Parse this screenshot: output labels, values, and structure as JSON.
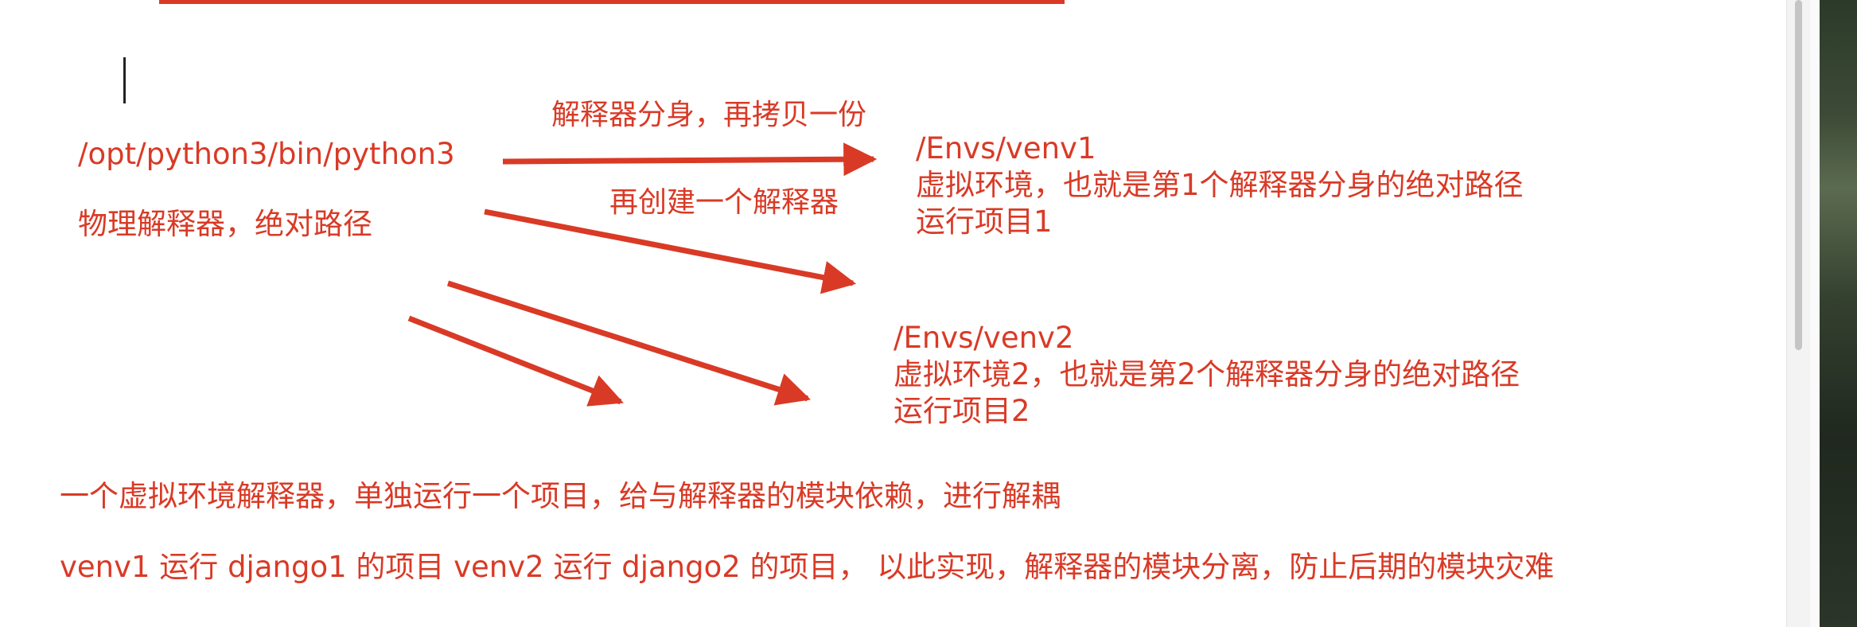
{
  "colors": {
    "accent": "#d93a26",
    "background": "#ffffff",
    "scrollbar_thumb": "#c5c5c5"
  },
  "diagram": {
    "source_path": "/opt/python3/bin/python3",
    "source_caption": "物理解释器，绝对路径",
    "arrow1_label": "解释器分身，再拷贝一份",
    "arrow2_label": "再创建一个解释器",
    "venv1": {
      "path": "/Envs/venv1",
      "line1": "虚拟环境，也就是第1个解释器分身的绝对路径",
      "line2": "运行项目1"
    },
    "venv2": {
      "path": "/Envs/venv2",
      "line1": "虚拟环境2，也就是第2个解释器分身的绝对路径",
      "line2": "运行项目2"
    },
    "note1": "一个虚拟环境解释器，单独运行一个项目，给与解释器的模块依赖，进行解耦",
    "note2": "venv1 运行 django1 的项目  venv2 运行 django2 的项目，  以此实现，解释器的模块分离，防止后期的模块灾难"
  },
  "icons": [
    "arrow-icon",
    "text-caret-icon"
  ]
}
